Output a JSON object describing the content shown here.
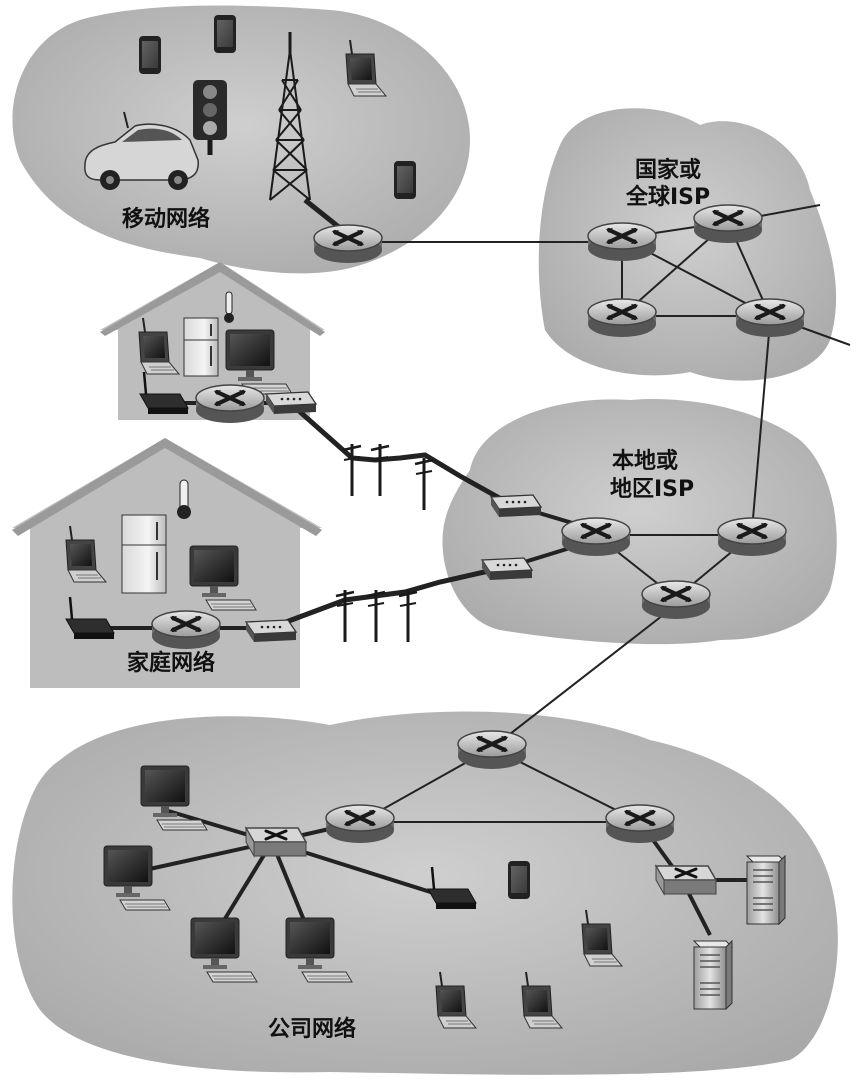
{
  "labels": {
    "mobile": "移动网络",
    "national_1": "国家或",
    "national_2": "全球ISP",
    "regional_1": "本地或",
    "regional_2": "地区ISP",
    "home": "家庭网络",
    "enterprise": "公司网络"
  }
}
